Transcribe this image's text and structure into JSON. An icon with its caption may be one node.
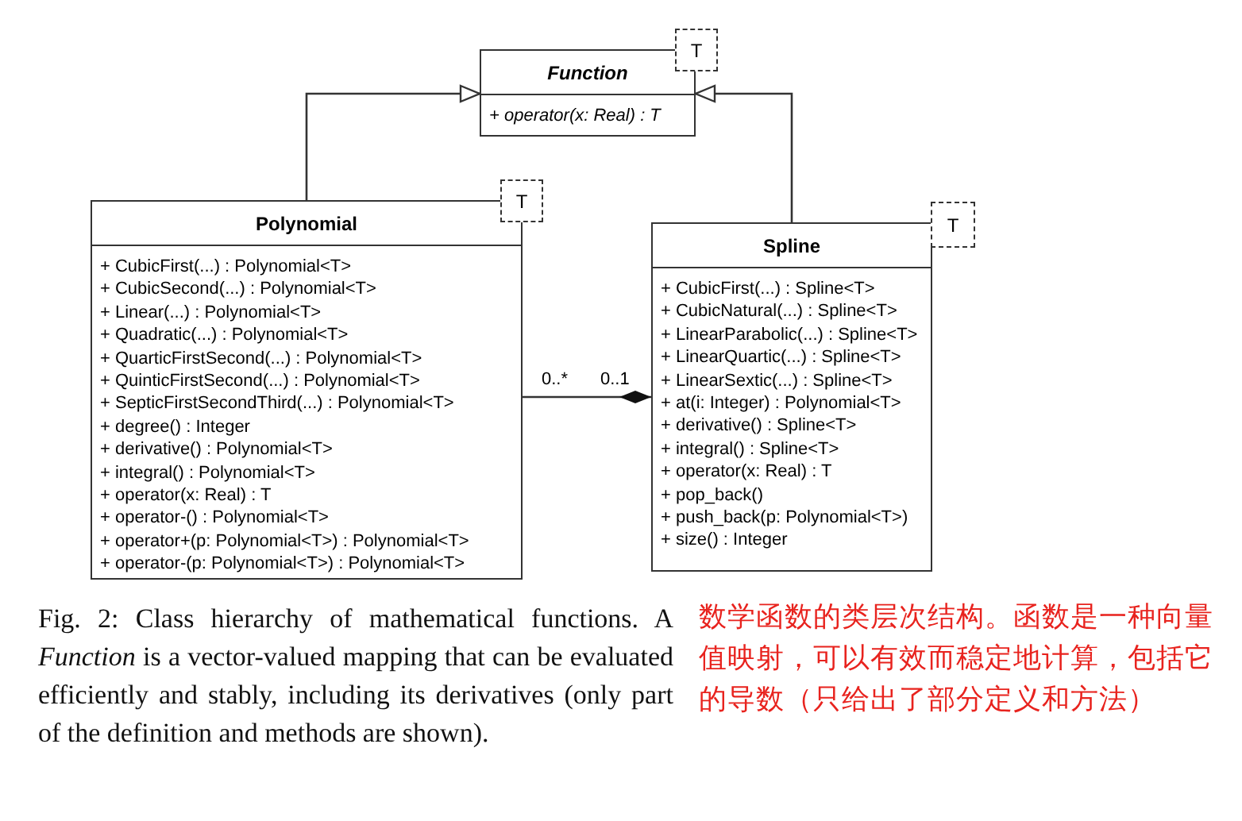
{
  "diagram": {
    "caption": "Fig. 2: Class hierarchy of mathematical functions. A *Function* is a vector-valued mapping that can be evaluated efficiently and stably, including its derivatives (only part of the definition and methods are shown).",
    "nodes": [
      {
        "text": [
          "Function",
          "+ operator(x: Real) : T"
        ]
      },
      {
        "text": [
          "T"
        ]
      },
      {
        "text": [
          "Polynomial",
          "+ CubicFirst(...) : Polynomial<T>",
          "+ CubicSecond(...) : Polynomial<T>",
          "+ Linear(...) : Polynomial<T>",
          "+ Quadratic(...) : Polynomial<T>",
          "+ QuarticFirstSecond(...) : Polynomial<T>",
          "+ QuinticFirstSecond(...) : Polynomial<T>",
          "+ SepticFirstSecondThird(...) : Polynomial<T>",
          "+ degree() : Integer",
          "+ derivative() : Polynomial<T>",
          "+ integral() : Polynomial<T>",
          "+ operator(x: Real) : T",
          "+ operator-() : Polynomial<T>",
          "+ operator+(p: Polynomial<T>) : Polynomial<T>",
          "+ operator-(p: Polynomial<T>) : Polynomial<T>"
        ]
      },
      {
        "text": [
          "T"
        ]
      },
      {
        "text": [
          "Spline",
          "+ CubicFirst(...) : Spline<T>",
          "+ CubicNatural(...) : Spline<T>",
          "+ LinearParabolic(...) : Spline<T>",
          "+ LinearQuartic(...) : Spline<T>",
          "+ LinearSextic(...) : Spline<T>",
          "+ at(i: Integer) : Polynomial<T>",
          "+ derivative() : Spline<T>",
          "+ integral() : Spline<T>",
          "+ operator(x: Real) : T",
          "+ pop_back()",
          "+ push_back(p: Polynomial<T>)",
          "+ size() : Integer"
        ]
      },
      {
        "text": [
          "T"
        ]
      }
    ],
    "edges": [
      {
        "from": 2,
        "to": 0,
        "arrow": "to"
      },
      {
        "from": 4,
        "to": 0,
        "arrow": "to"
      },
      {
        "from": 2,
        "to": 4,
        "arrow": "other"
      }
    ],
    "labels": [
      "0..*",
      "0..1",
      "数学函数的类层次结构。函数是一种向量值映射，可以有效而稳定地计算，包括它的导数（只给出了部分定义和方法）"
    ]
  }
}
